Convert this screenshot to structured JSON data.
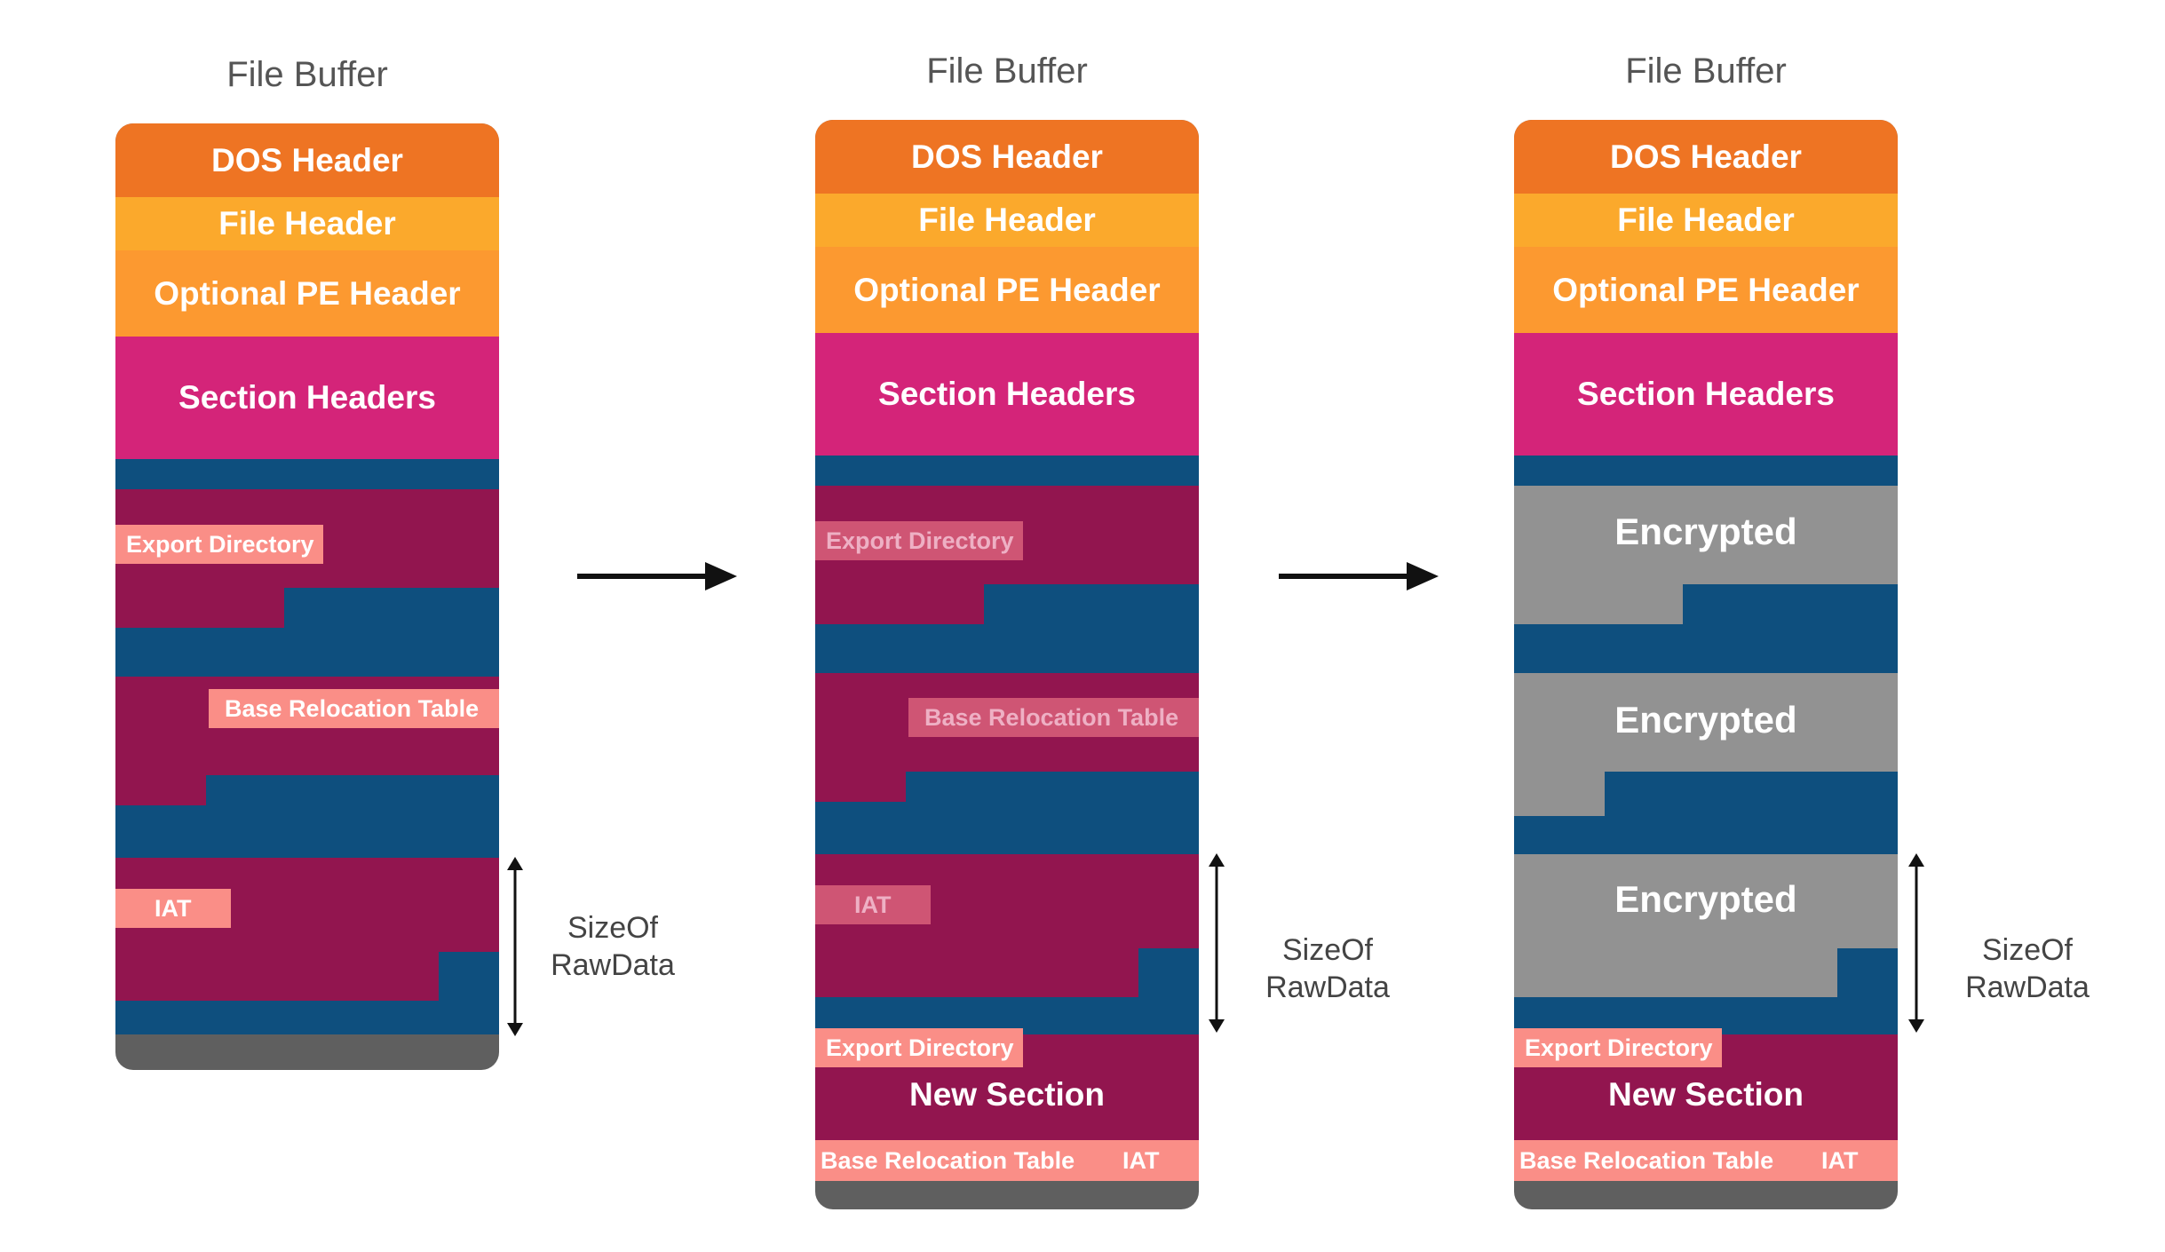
{
  "panels": [
    {
      "title": "File Buffer",
      "headers": {
        "dos": "DOS Header",
        "file": "File Header",
        "optional": "Optional PE Header",
        "sections": "Section Headers"
      },
      "tags": {
        "export": "Export Directory",
        "reloc": "Base Relocation Table",
        "iat": "IAT"
      },
      "dimension": {
        "line1": "SizeOf",
        "line2": "RawData"
      }
    },
    {
      "title": "File Buffer",
      "headers": {
        "dos": "DOS Header",
        "file": "File Header",
        "optional": "Optional PE Header",
        "sections": "Section Headers"
      },
      "tags": {
        "export": "Export Directory",
        "reloc": "Base Relocation Table",
        "iat": "IAT"
      },
      "new_section": {
        "export": "Export Directory",
        "label": "New Section",
        "reloc": "Base Relocation Table",
        "iat": "IAT"
      },
      "dimension": {
        "line1": "SizeOf",
        "line2": "RawData"
      }
    },
    {
      "title": "File Buffer",
      "headers": {
        "dos": "DOS Header",
        "file": "File Header",
        "optional": "Optional PE Header",
        "sections": "Section Headers"
      },
      "encrypted": [
        "Encrypted",
        "Encrypted",
        "Encrypted"
      ],
      "new_section": {
        "export": "Export Directory",
        "label": "New Section",
        "reloc": "Base Relocation Table",
        "iat": "IAT"
      },
      "dimension": {
        "line1": "SizeOf",
        "line2": "RawData"
      }
    }
  ],
  "colors": {
    "dos_header": "#ee7423",
    "file_header": "#fba92c",
    "optional_header": "#fc9930",
    "section_headers": "#d42479",
    "section_data": "#92154f",
    "padding": "#0e4f7e",
    "encrypted": "#929292",
    "tag": "#fa8e87",
    "tag_faded": "#cf5574",
    "overlay": "#5f5f5f"
  }
}
